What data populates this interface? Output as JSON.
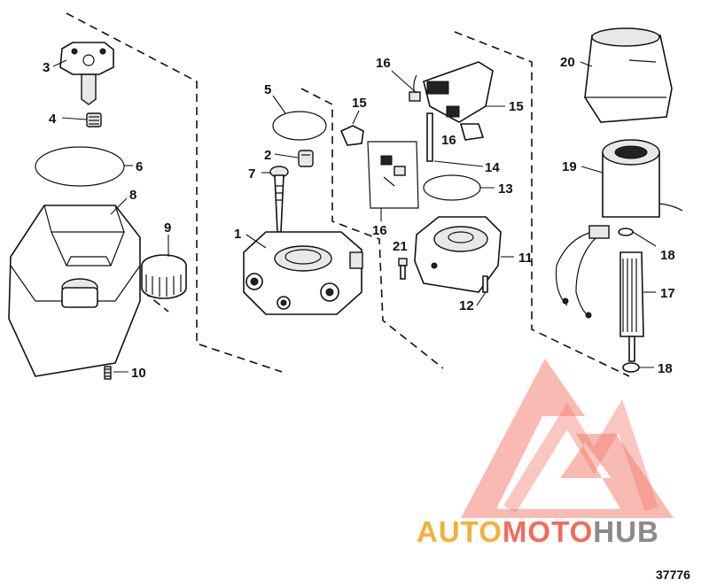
{
  "diagram": {
    "figure_number": "37776",
    "callouts": [
      {
        "id": "c3",
        "label": "3"
      },
      {
        "id": "c4",
        "label": "4"
      },
      {
        "id": "c6",
        "label": "6"
      },
      {
        "id": "c8",
        "label": "8"
      },
      {
        "id": "c9",
        "label": "9"
      },
      {
        "id": "c10",
        "label": "10"
      },
      {
        "id": "c5",
        "label": "5"
      },
      {
        "id": "c2",
        "label": "2"
      },
      {
        "id": "c7",
        "label": "7"
      },
      {
        "id": "c1",
        "label": "1"
      },
      {
        "id": "c15a",
        "label": "15"
      },
      {
        "id": "c16a",
        "label": "16"
      },
      {
        "id": "c16b",
        "label": "16"
      },
      {
        "id": "c15b",
        "label": "15"
      },
      {
        "id": "c14",
        "label": "14"
      },
      {
        "id": "c13",
        "label": "13"
      },
      {
        "id": "c16c",
        "label": "16"
      },
      {
        "id": "c21",
        "label": "21"
      },
      {
        "id": "c11",
        "label": "11"
      },
      {
        "id": "c12",
        "label": "12"
      },
      {
        "id": "c20",
        "label": "20"
      },
      {
        "id": "c19",
        "label": "19"
      },
      {
        "id": "c18a",
        "label": "18"
      },
      {
        "id": "c17",
        "label": "17"
      },
      {
        "id": "c18b",
        "label": "18"
      }
    ]
  },
  "watermark": {
    "auto": "AUTO",
    "moto": "MOTO",
    "hub": "HUB",
    "colors": {
      "triangle": "#f26b5b",
      "auto": "#f4b03a",
      "moto": "#f26b5b",
      "hub": "#8a8a8a"
    }
  }
}
